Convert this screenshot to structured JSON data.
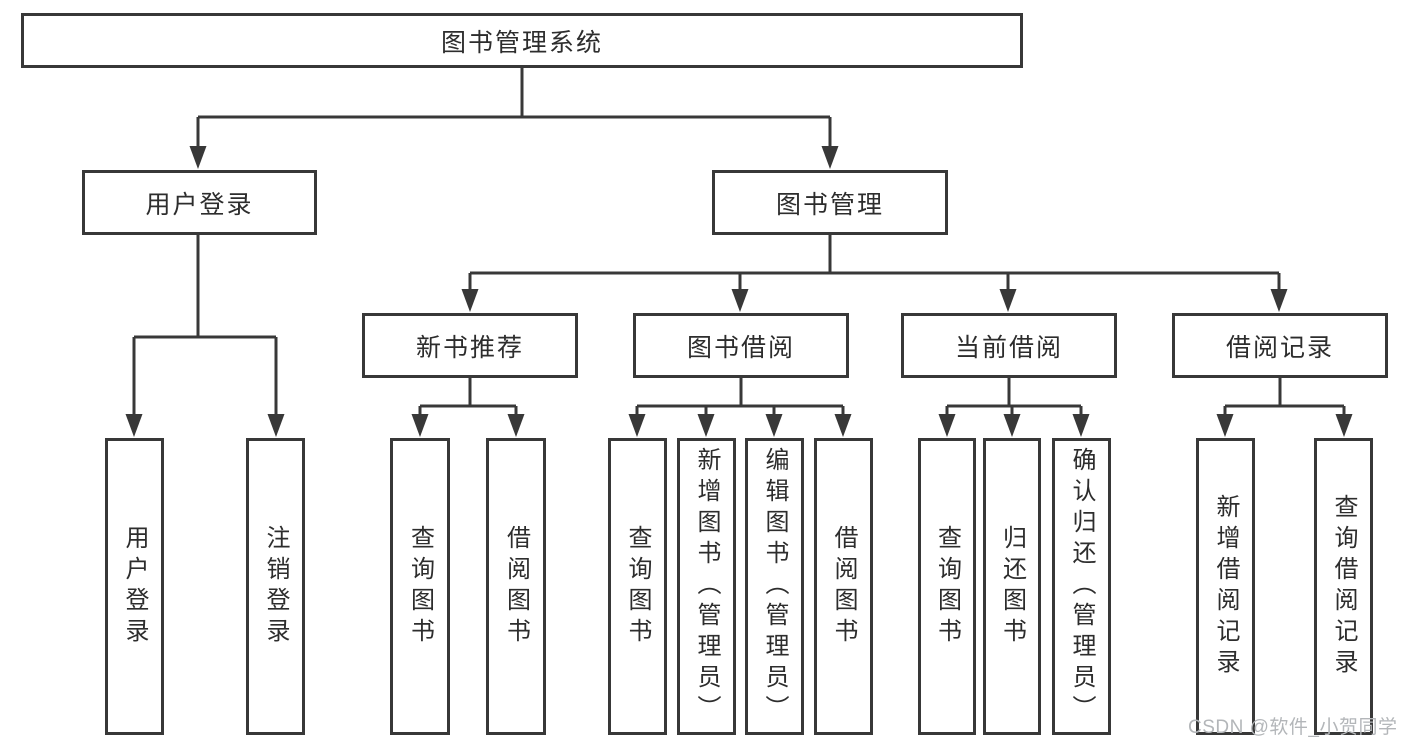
{
  "diagram": {
    "root": {
      "label": "图书管理系统"
    },
    "level2": [
      {
        "label": "用户登录"
      },
      {
        "label": "图书管理"
      }
    ],
    "level3": [
      {
        "label": "新书推荐",
        "parent": "图书管理"
      },
      {
        "label": "图书借阅",
        "parent": "图书管理"
      },
      {
        "label": "当前借阅",
        "parent": "图书管理"
      },
      {
        "label": "借阅记录",
        "parent": "图书管理"
      }
    ],
    "leaves": [
      {
        "label": "用户登录",
        "parent": "用户登录"
      },
      {
        "label": "注销登录",
        "parent": "用户登录"
      },
      {
        "label": "查询图书",
        "parent": "新书推荐"
      },
      {
        "label": "借阅图书",
        "parent": "新书推荐"
      },
      {
        "label": "查询图书",
        "parent": "图书借阅"
      },
      {
        "label": "新增图书（管理员）",
        "parent": "图书借阅"
      },
      {
        "label": "编辑图书（管理员）",
        "parent": "图书借阅"
      },
      {
        "label": "借阅图书",
        "parent": "图书借阅"
      },
      {
        "label": "查询图书",
        "parent": "当前借阅"
      },
      {
        "label": "归还图书",
        "parent": "当前借阅"
      },
      {
        "label": "确认归还（管理员）",
        "parent": "当前借阅"
      },
      {
        "label": "新增借阅记录",
        "parent": "借阅记录"
      },
      {
        "label": "查询借阅记录",
        "parent": "借阅记录"
      }
    ],
    "colors": {
      "line": "#383838",
      "box_border": "#383838",
      "text": "#2d2d2d",
      "background": "#ffffff",
      "watermark": "#b3b6b9"
    }
  },
  "watermark": {
    "text": "CSDN @软件_小贺同学"
  }
}
